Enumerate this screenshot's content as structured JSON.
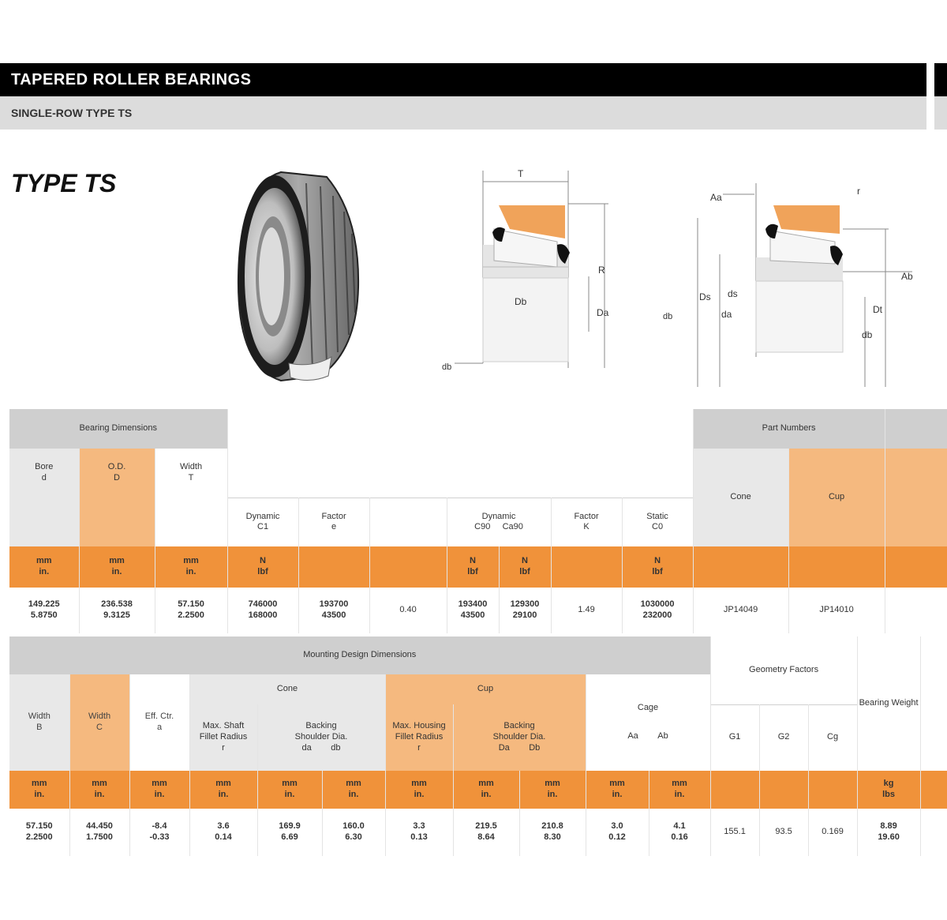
{
  "header": {
    "title": "TAPERED ROLLER BEARINGS",
    "subtitle": "SINGLE-ROW TYPE TS"
  },
  "type_label": "TYPE TS",
  "diagram_labels": {
    "d1": {
      "T": "T",
      "R": "R",
      "Da": "Da",
      "Db": "Db",
      "db": "db"
    },
    "d2": {
      "Aa": "Aa",
      "r": "r",
      "Ab": "Ab",
      "Ds": "Ds",
      "Dt": "Dt",
      "ds": "ds",
      "da": "da",
      "db": "db"
    }
  },
  "table1": {
    "group_left": "Bearing Dimensions",
    "group_right": "Part Numbers",
    "cols": {
      "bore": {
        "top": "Bore",
        "sym": "d"
      },
      "od": {
        "top": "O.D.",
        "sym": "D"
      },
      "width": {
        "top": "Width",
        "sym": "T"
      },
      "dyn_radial": {
        "top": "Dynamic",
        "sym": "C1"
      },
      "factor": {
        "top": "Factor",
        "sym": "e"
      },
      "dyn_rating": {
        "top": "Dynamic",
        "sym1": "C90",
        "sym2": "Ca90"
      },
      "factor_k": {
        "top": "Factor",
        "sym": "K"
      },
      "static": {
        "top": "Static",
        "sym": "C0"
      },
      "cone": "Cone",
      "cup": "Cup"
    },
    "units": {
      "bore": [
        "mm",
        "in."
      ],
      "od": [
        "mm",
        "in."
      ],
      "width": [
        "mm",
        "in."
      ],
      "c1": [
        "N",
        "lbf"
      ],
      "c90": [
        "N",
        "lbf"
      ],
      "ca90": [
        "N",
        "lbf"
      ],
      "c0": [
        "N",
        "lbf"
      ]
    },
    "row": {
      "bore": [
        "149.225",
        "5.8750"
      ],
      "od": [
        "236.538",
        "9.3125"
      ],
      "width": [
        "57.150",
        "2.2500"
      ],
      "c1": [
        "746000",
        "168000"
      ],
      "c1b": [
        "193700",
        "43500"
      ],
      "e": "0.40",
      "c90": [
        "193400",
        "43500"
      ],
      "ca90": [
        "129300",
        "29100"
      ],
      "k": "1.49",
      "c0": [
        "1030000",
        "232000"
      ],
      "cone": "JP14049",
      "cup": "JP14010"
    }
  },
  "table2": {
    "group_left": "Mounting Design Dimensions",
    "group_cone": "Cone",
    "group_cup": "Cup",
    "group_cage": "Cage",
    "group_geometry": "Geometry Factors",
    "group_weight": "Bearing Weight",
    "cols": {
      "cone_width": {
        "top": "Width",
        "sym": "B"
      },
      "cup_width": {
        "top": "Width",
        "sym": "C"
      },
      "ec": {
        "top": "Eff. Ctr.",
        "sym": "a"
      },
      "cone_maxfillet": {
        "l1": "Max. Shaft",
        "l2": "Fillet Radius",
        "l3": "r"
      },
      "cone_backing": {
        "l1": "Backing",
        "l2": "Shoulder Dia.",
        "s1": "da",
        "s2": "db"
      },
      "cup_maxfillet": {
        "l1": "Max. Housing",
        "l2": "Fillet Radius",
        "l3": "r"
      },
      "cup_backing": {
        "l1": "Backing",
        "l2": "Shoulder Dia.",
        "s1": "Da",
        "s2": "Db"
      },
      "cage_aa": "Aa",
      "cage_ab": "Ab",
      "g_g1": "G1",
      "g_g2": "G2",
      "g_cg": "Cg",
      "weight_unit": [
        "kg",
        "lbs"
      ]
    },
    "row": {
      "cone_width": [
        "57.150",
        "2.2500"
      ],
      "cup_width": [
        "44.450",
        "1.7500"
      ],
      "ec": [
        "-8.4",
        "-0.33"
      ],
      "r_cone": [
        "3.6",
        "0.14"
      ],
      "da": [
        "169.9",
        "6.69"
      ],
      "db": [
        "160.0",
        "6.30"
      ],
      "r_cup": [
        "3.3",
        "0.13"
      ],
      "Da": [
        "219.5",
        "8.64"
      ],
      "Db": [
        "210.8",
        "8.30"
      ],
      "aa": [
        "3.0",
        "0.12"
      ],
      "ab": [
        "4.1",
        "0.16"
      ],
      "g1": "155.1",
      "g2": "93.5",
      "cg": "0.169",
      "weight": [
        "8.89",
        "19.60"
      ]
    }
  }
}
